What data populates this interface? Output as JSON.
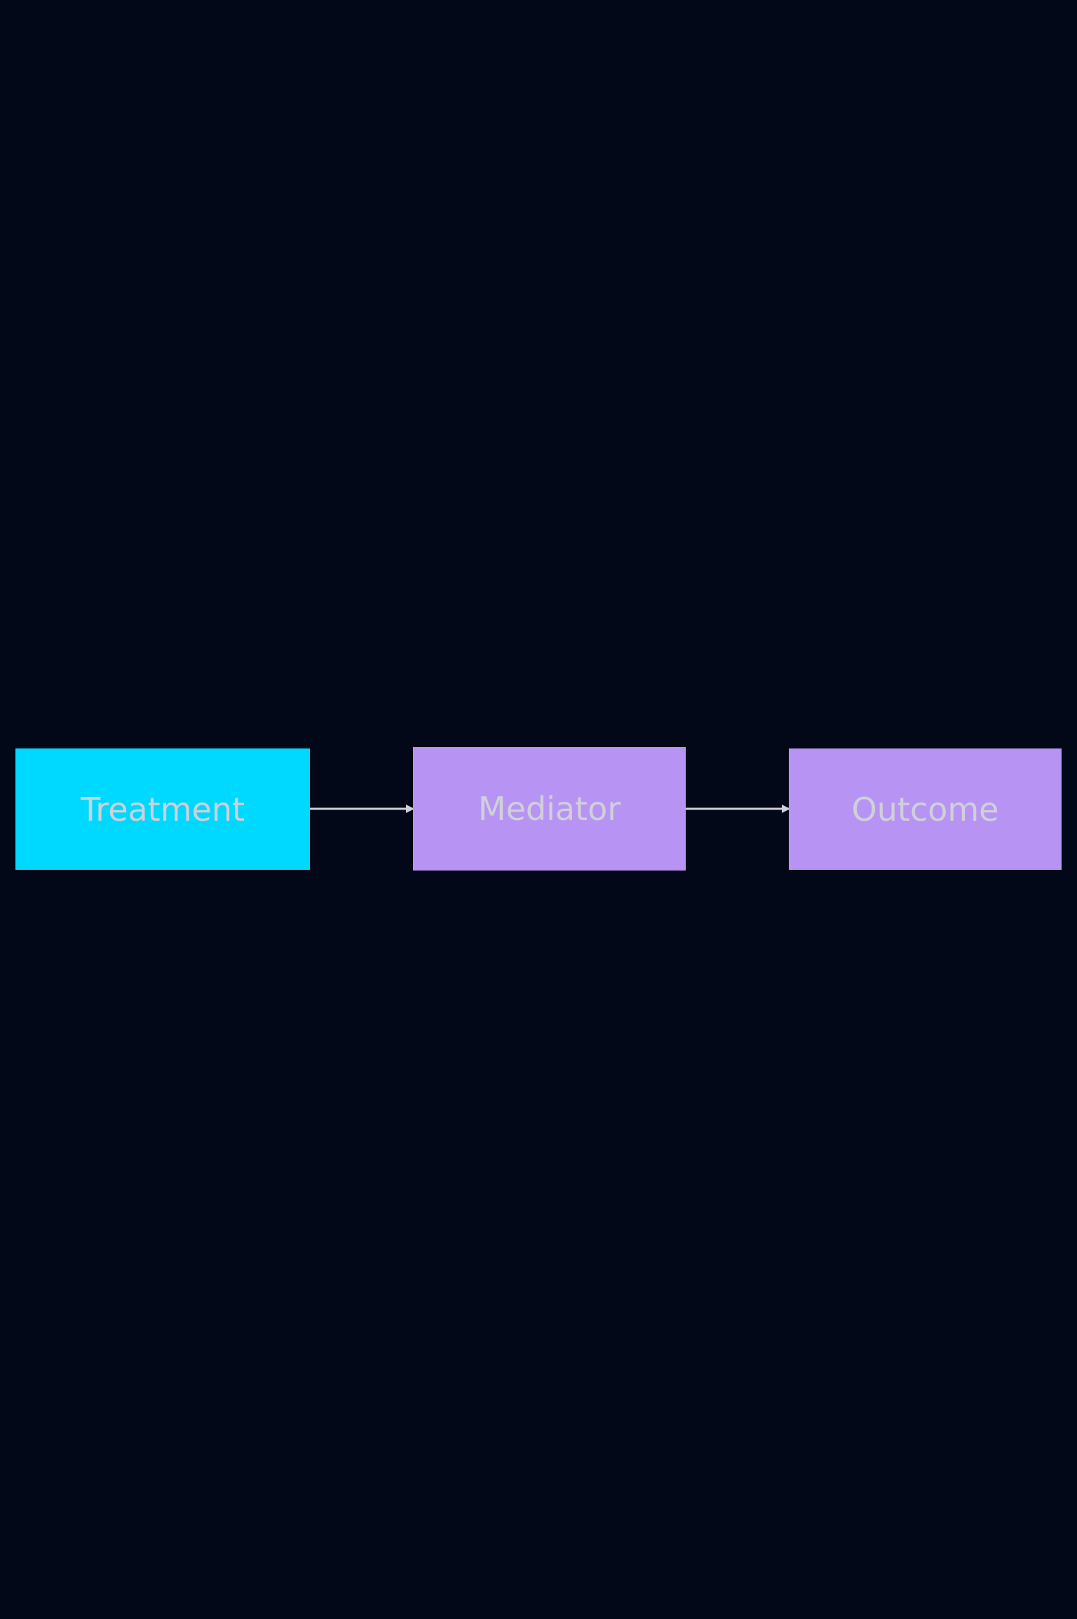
{
  "diagram": {
    "nodes": [
      {
        "id": "treatment",
        "label": "Treatment",
        "color": "#00d9ff"
      },
      {
        "id": "mediator",
        "label": "Mediator",
        "color": "#b794f4"
      },
      {
        "id": "outcome",
        "label": "Outcome",
        "color": "#b794f4"
      }
    ],
    "edges": [
      {
        "from": "treatment",
        "to": "mediator"
      },
      {
        "from": "mediator",
        "to": "outcome"
      }
    ],
    "colors": {
      "background": "#020817",
      "edge": "#d0d0d8",
      "label": "#d0d0d8"
    }
  }
}
